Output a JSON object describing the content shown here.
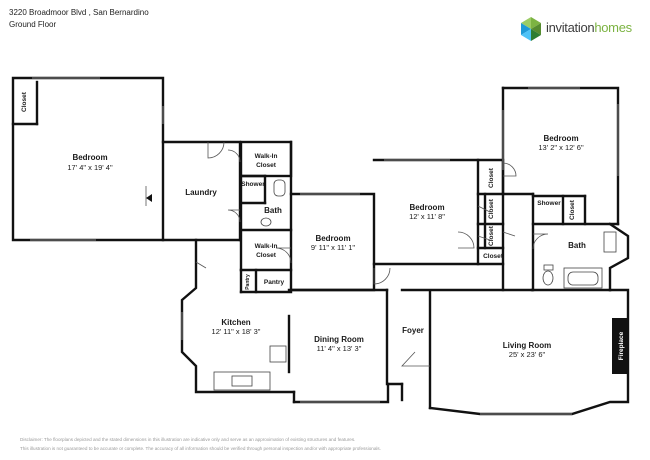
{
  "header": {
    "address": "3220 Broadmoor Blvd , San Bernardino",
    "floor": "Ground Floor"
  },
  "brand": {
    "name_part1": "invitation",
    "name_part2": "homes",
    "colors": {
      "dark": "#3d3d3d",
      "green": "#7cb342",
      "blue": "#1f9ad6"
    }
  },
  "rooms": {
    "bedroom1": {
      "name": "Bedroom",
      "dims": "17' 4\" x 19' 4\""
    },
    "closet1": {
      "name": "Closet"
    },
    "laundry": {
      "name": "Laundry"
    },
    "walkin1": {
      "name": "Walk-In",
      "name2": "Closet"
    },
    "shower1": {
      "name": "Shower"
    },
    "bath1": {
      "name": "Bath"
    },
    "walkin2": {
      "name": "Walk-In",
      "name2": "Closet"
    },
    "bedroom2": {
      "name": "Bedroom",
      "dims": "9' 11\" x 11' 1\""
    },
    "pantry_small": {
      "name": "Pantry"
    },
    "pantry": {
      "name": "Pantry"
    },
    "bedroom3": {
      "name": "Bedroom",
      "dims": "12' x 11' 8\""
    },
    "closet_a": {
      "name": "Closet"
    },
    "closet_b": {
      "name": "Closet"
    },
    "closet_c": {
      "name": "Closet"
    },
    "closet_d": {
      "name": "Closet"
    },
    "bedroom4": {
      "name": "Bedroom",
      "dims": "13' 2\" x 12' 6\""
    },
    "shower2": {
      "name": "Shower"
    },
    "closet_e": {
      "name": "Closet"
    },
    "bath2": {
      "name": "Bath"
    },
    "kitchen": {
      "name": "Kitchen",
      "dims": "12' 11\" x 18' 3\""
    },
    "dining": {
      "name": "Dining Room",
      "dims": "11' 4\" x 13' 3\""
    },
    "foyer": {
      "name": "Foyer"
    },
    "living": {
      "name": "Living Room",
      "dims": "25' x 23' 6\""
    },
    "fireplace": {
      "name": "Fireplace"
    }
  },
  "disclaimer": {
    "line1": "Disclaimer: The floorplans depicted and the stated dimensions in this illustration are indicative only and serve as an approximation of existing structures and features.",
    "line2": "This illustration is not guaranteed to be accurate or complete. The accuracy of all information should be verified through personal inspection and/or with appropriate professionals."
  }
}
